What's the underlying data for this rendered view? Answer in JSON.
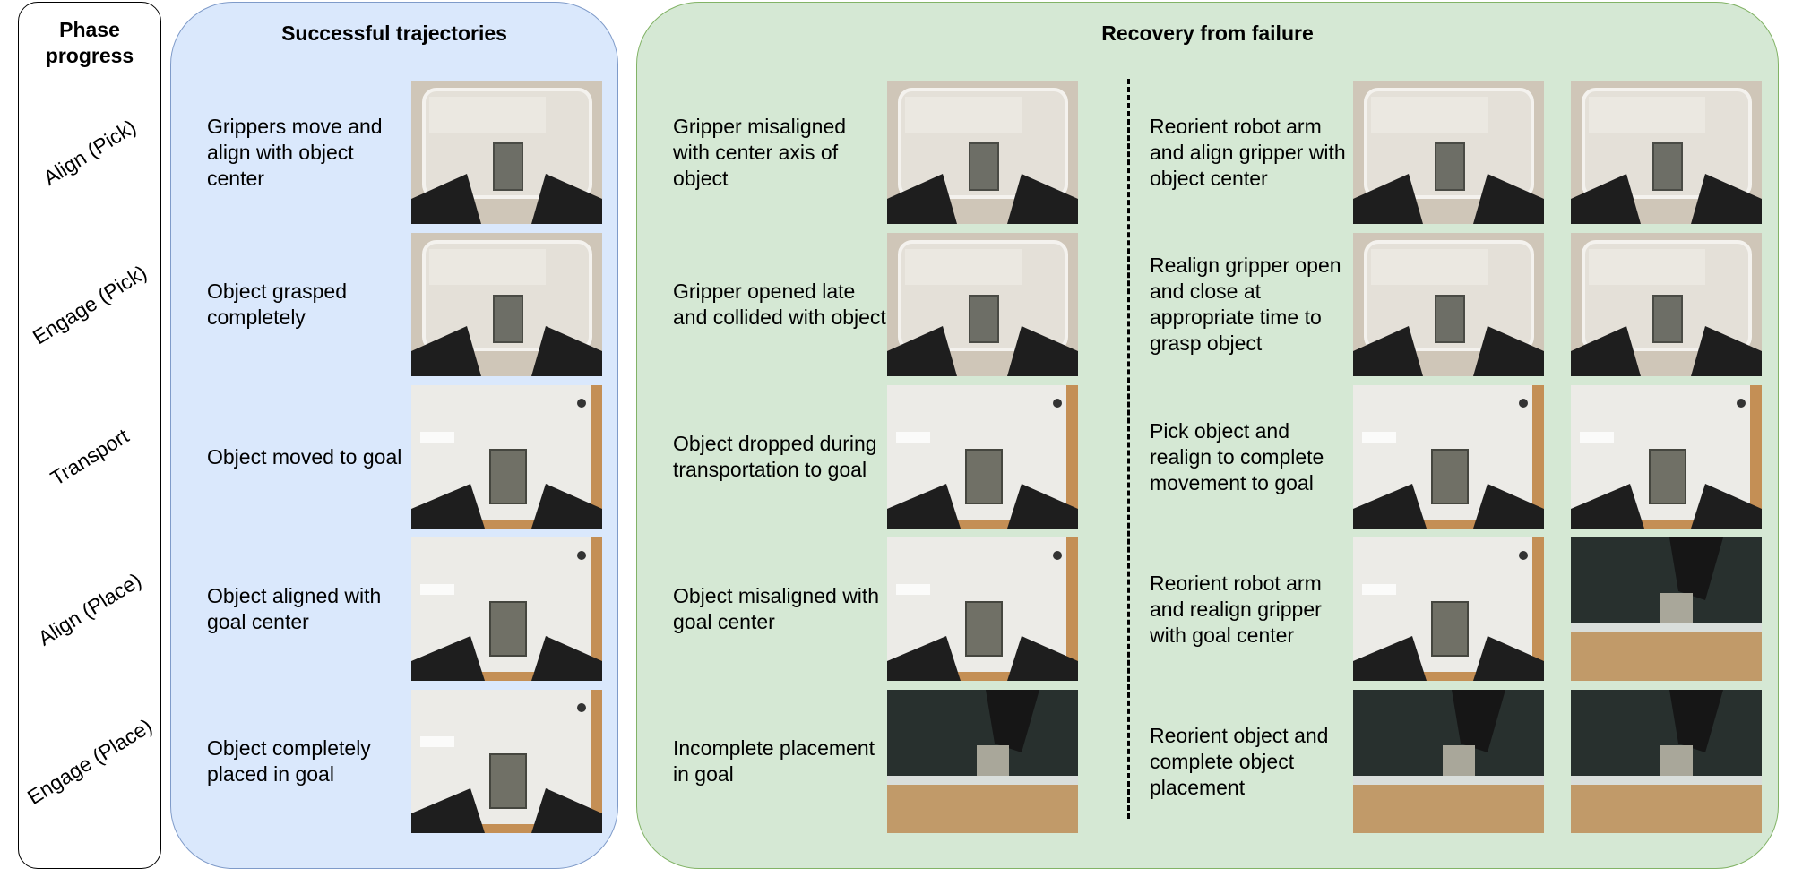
{
  "phase_panel": {
    "title": "Phase\nprogress"
  },
  "success_panel": {
    "title": "Successful trajectories"
  },
  "recovery_panel": {
    "title": "Recovery from failure"
  },
  "rows": [
    {
      "phase": "Align (Pick)",
      "success": "Grippers move and align with object center",
      "failure": "Gripper misaligned with center axis of object",
      "recovery": "Reorient robot arm and align gripper with object center"
    },
    {
      "phase": "Engage (Pick)",
      "success": "Object grasped completely",
      "failure": "Gripper opened late and collided with object",
      "recovery": "Realign gripper open and close at appropriate time to grasp object"
    },
    {
      "phase": "Transport",
      "success": "Object moved to goal",
      "failure": "Object dropped during transportation to goal",
      "recovery": "Pick object and realign to complete movement to goal"
    },
    {
      "phase": "Align (Place)",
      "success": "Object aligned with goal center",
      "failure": "Object misaligned with goal center",
      "recovery": "Reorient robot arm and realign gripper with goal center"
    },
    {
      "phase": "Engage (Place)",
      "success": "Object completely placed in goal",
      "failure": "Incomplete placement in goal",
      "recovery": "Reorient object and complete object placement"
    }
  ],
  "scenes": [
    [
      "bin",
      "bin",
      "bin",
      "bin"
    ],
    [
      "bin",
      "bin",
      "bin",
      "bin"
    ],
    [
      "table",
      "table",
      "table",
      "table"
    ],
    [
      "table",
      "table",
      "table",
      "side"
    ],
    [
      "table",
      "side",
      "side",
      "side"
    ]
  ],
  "colors": {
    "success_fill": "#dae8fc",
    "success_border": "#7f9bc9",
    "recovery_fill": "#d5e8d4",
    "recovery_border": "#82b366"
  }
}
